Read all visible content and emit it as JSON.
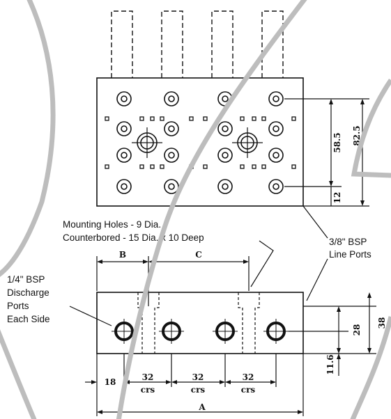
{
  "labels": {
    "mounting_line1": "Mounting Holes - 9 Dia.",
    "mounting_line2": "Counterbored - 15 Dia. x 10 Deep",
    "line_ports_1": "3/8\" BSP",
    "line_ports_2": "Line Ports",
    "discharge_1": "1/4\" BSP",
    "discharge_2": "Discharge",
    "discharge_3": "Ports",
    "discharge_4": "Each Side"
  },
  "dimensions": {
    "d_58_5": "58.5",
    "d_82_5": "82.5",
    "d_12": "12",
    "d_28": "28",
    "d_38": "38",
    "d_11_6": "11.6",
    "d_18": "18",
    "d_32a": "32",
    "d_32b": "32",
    "d_32c": "32",
    "crs_a": "crs",
    "crs_b": "crs",
    "crs_c": "crs",
    "dim_A": "A",
    "dim_B": "B",
    "dim_C": "C"
  },
  "colors": {
    "line": "#111111",
    "watermark_arc": "#bdbdbd",
    "background": "#ffffff"
  }
}
